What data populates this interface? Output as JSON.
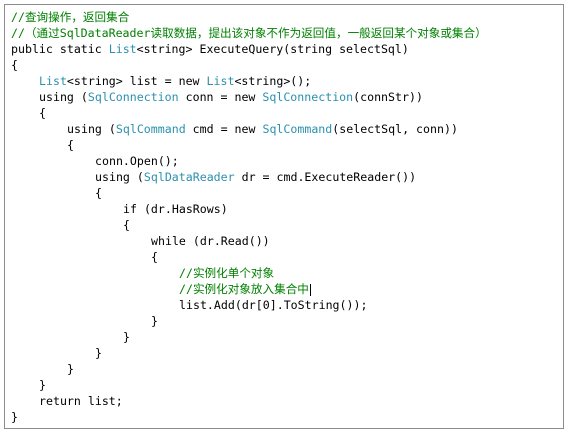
{
  "lines": [
    {
      "indent": 0,
      "segments": [
        {
          "t": "comment",
          "s": "//查询操作，返回集合"
        }
      ]
    },
    {
      "indent": 0,
      "segments": [
        {
          "t": "comment",
          "s": "//（通过SqlDataReader读取数据，提出该对象不作为返回值，一般返回某个对象或集合）"
        }
      ]
    },
    {
      "indent": 0,
      "segments": [
        {
          "t": "plain",
          "s": "public static "
        },
        {
          "t": "type",
          "s": "List"
        },
        {
          "t": "plain",
          "s": "<string> ExecuteQuery(string selectSql)"
        }
      ]
    },
    {
      "indent": 0,
      "segments": [
        {
          "t": "plain",
          "s": "{"
        }
      ]
    },
    {
      "indent": 1,
      "segments": [
        {
          "t": "type",
          "s": "List"
        },
        {
          "t": "plain",
          "s": "<string> list = new "
        },
        {
          "t": "type",
          "s": "List"
        },
        {
          "t": "plain",
          "s": "<string>();"
        }
      ]
    },
    {
      "indent": 1,
      "segments": [
        {
          "t": "plain",
          "s": "using ("
        },
        {
          "t": "type",
          "s": "SqlConnection"
        },
        {
          "t": "plain",
          "s": " conn = new "
        },
        {
          "t": "type",
          "s": "SqlConnection"
        },
        {
          "t": "plain",
          "s": "(connStr))"
        }
      ]
    },
    {
      "indent": 1,
      "segments": [
        {
          "t": "plain",
          "s": "{"
        }
      ]
    },
    {
      "indent": 2,
      "segments": [
        {
          "t": "plain",
          "s": "using ("
        },
        {
          "t": "type",
          "s": "SqlCommand"
        },
        {
          "t": "plain",
          "s": " cmd = new "
        },
        {
          "t": "type",
          "s": "SqlCommand"
        },
        {
          "t": "plain",
          "s": "(selectSql, conn))"
        }
      ]
    },
    {
      "indent": 2,
      "segments": [
        {
          "t": "plain",
          "s": "{"
        }
      ]
    },
    {
      "indent": 3,
      "segments": [
        {
          "t": "plain",
          "s": "conn.Open();"
        }
      ]
    },
    {
      "indent": 3,
      "segments": [
        {
          "t": "plain",
          "s": "using ("
        },
        {
          "t": "type",
          "s": "SqlDataReader"
        },
        {
          "t": "plain",
          "s": " dr = cmd.ExecuteReader())"
        }
      ]
    },
    {
      "indent": 3,
      "segments": [
        {
          "t": "plain",
          "s": "{"
        }
      ]
    },
    {
      "indent": 4,
      "segments": [
        {
          "t": "plain",
          "s": "if (dr.HasRows)"
        }
      ]
    },
    {
      "indent": 4,
      "segments": [
        {
          "t": "plain",
          "s": "{"
        }
      ]
    },
    {
      "indent": 5,
      "segments": [
        {
          "t": "plain",
          "s": "while (dr.Read())"
        }
      ]
    },
    {
      "indent": 5,
      "segments": [
        {
          "t": "plain",
          "s": "{"
        }
      ]
    },
    {
      "indent": 6,
      "segments": [
        {
          "t": "comment",
          "s": "//实例化单个对象"
        }
      ]
    },
    {
      "indent": 6,
      "segments": [
        {
          "t": "comment",
          "s": "//实例化对象放入集合中"
        }
      ],
      "caret": true
    },
    {
      "indent": 6,
      "segments": [
        {
          "t": "plain",
          "s": "list.Add(dr[0].ToString());"
        }
      ]
    },
    {
      "indent": 5,
      "segments": [
        {
          "t": "plain",
          "s": "}"
        }
      ]
    },
    {
      "indent": 4,
      "segments": [
        {
          "t": "plain",
          "s": "}"
        }
      ]
    },
    {
      "indent": 3,
      "segments": [
        {
          "t": "plain",
          "s": "}"
        }
      ]
    },
    {
      "indent": 2,
      "segments": [
        {
          "t": "plain",
          "s": "}"
        }
      ]
    },
    {
      "indent": 1,
      "segments": [
        {
          "t": "plain",
          "s": "}"
        }
      ]
    },
    {
      "indent": 1,
      "segments": [
        {
          "t": "plain",
          "s": "return list;"
        }
      ]
    },
    {
      "indent": 0,
      "segments": [
        {
          "t": "plain",
          "s": "}"
        }
      ]
    }
  ],
  "colors": {
    "comment": "#008000",
    "keyword": "#0000ff",
    "type": "#2b91af",
    "text": "#000000"
  }
}
